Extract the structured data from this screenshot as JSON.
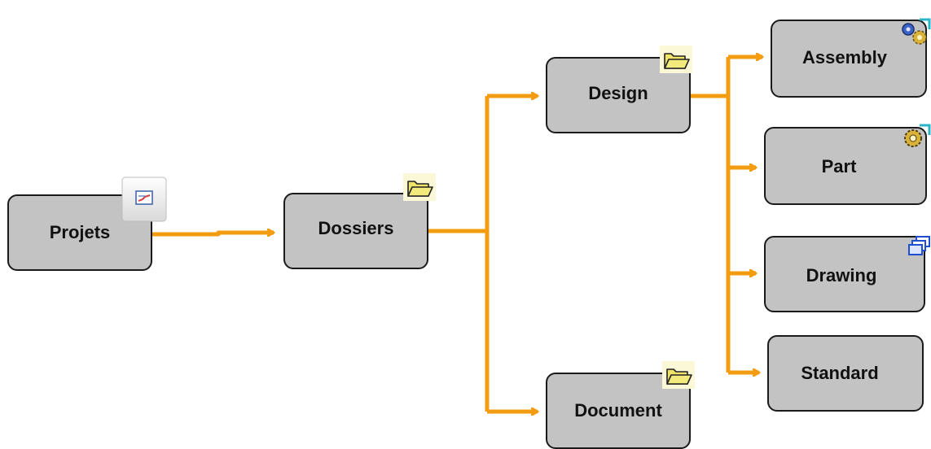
{
  "colors": {
    "connector": "#f39c12",
    "node_fill": "#c3c3c3",
    "node_border": "#1a1a1a",
    "folder": "#e8e070"
  },
  "nodes": {
    "projets": {
      "label": "Projets",
      "icon": "project-schedule-icon"
    },
    "dossiers": {
      "label": "Dossiers",
      "icon": "folder-icon"
    },
    "design": {
      "label": "Design",
      "icon": "folder-icon"
    },
    "document": {
      "label": "Document",
      "icon": "folder-icon"
    },
    "assembly": {
      "label": "Assembly",
      "icon": "assembly-gears-icon"
    },
    "part": {
      "label": "Part",
      "icon": "part-gear-icon"
    },
    "drawing": {
      "label": "Drawing",
      "icon": "drawing-sheets-icon"
    },
    "standard": {
      "label": "Standard",
      "icon": ""
    }
  },
  "edges": [
    [
      "projets",
      "dossiers"
    ],
    [
      "dossiers",
      "design"
    ],
    [
      "dossiers",
      "document"
    ],
    [
      "design",
      "assembly"
    ],
    [
      "design",
      "part"
    ],
    [
      "design",
      "drawing"
    ],
    [
      "design",
      "standard"
    ]
  ]
}
